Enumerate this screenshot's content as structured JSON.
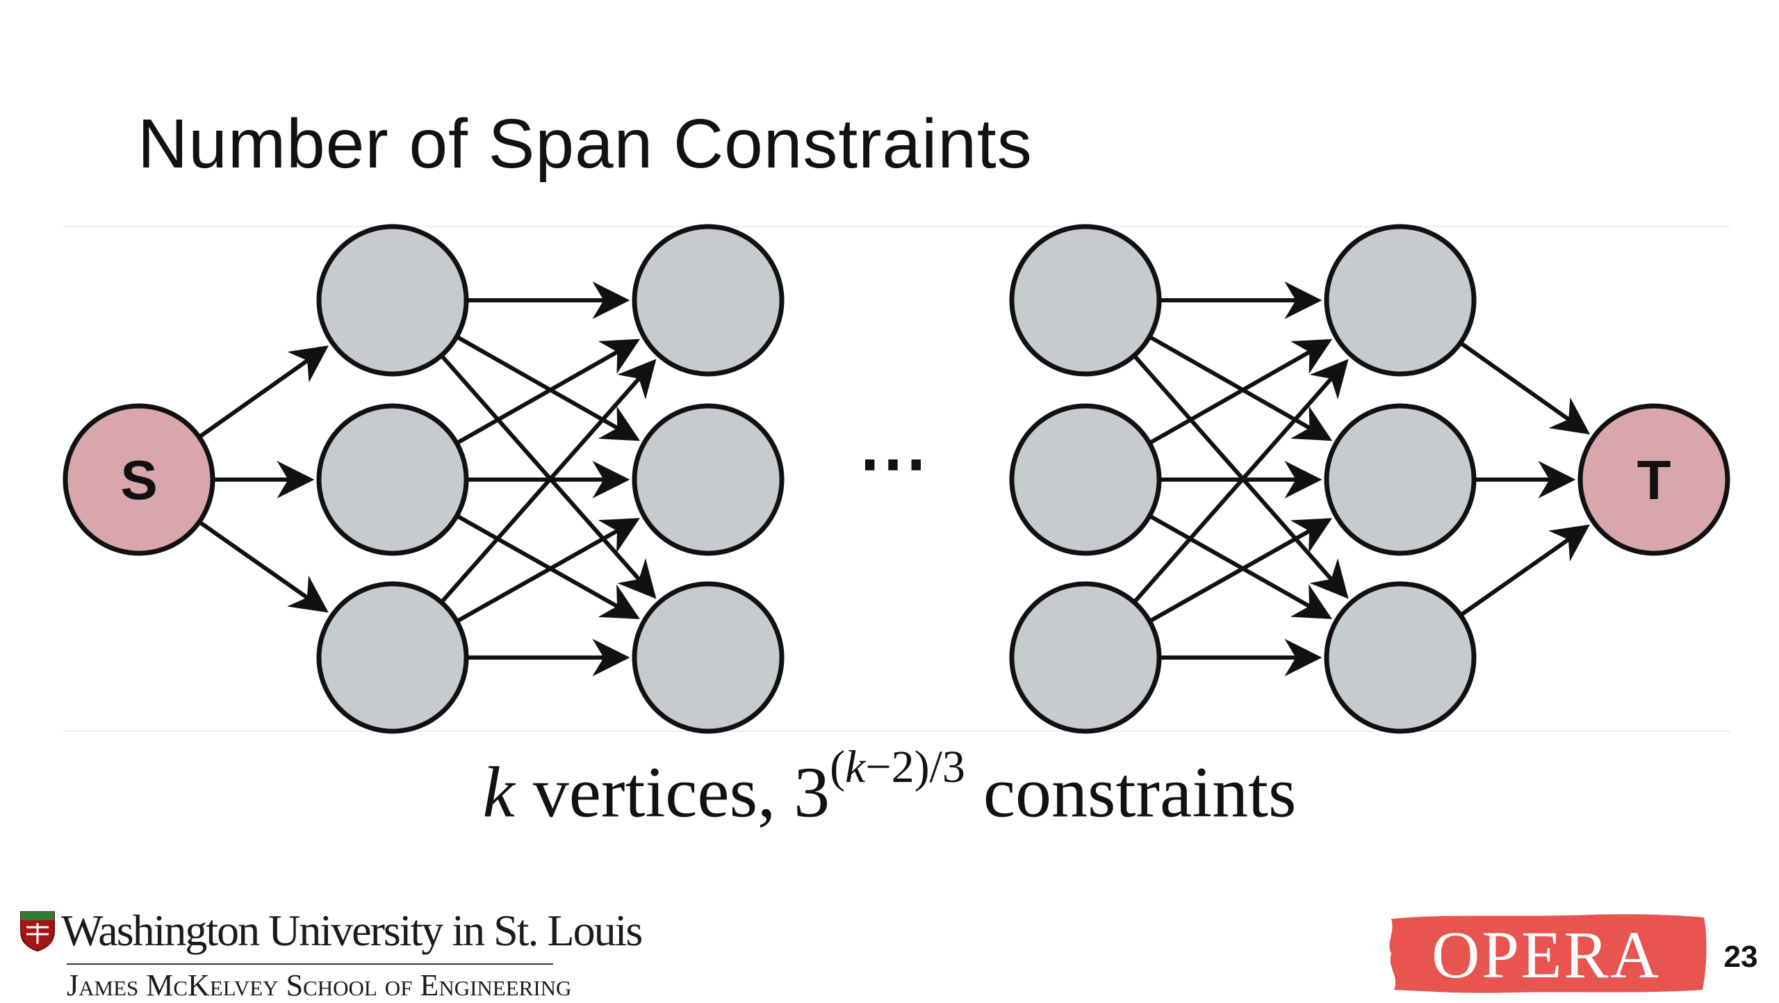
{
  "slide": {
    "title": "Number of Span Constraints",
    "page_number": "23"
  },
  "diagram": {
    "source_label": "S",
    "sink_label": "T",
    "ellipsis": "⋯",
    "colors": {
      "endpoint_fill": "#d9a6ac",
      "node_fill": "#c6cbcd",
      "stroke": "#111111"
    }
  },
  "caption": {
    "k": "k",
    "mid": " vertices, 3",
    "exp_open": "(",
    "exp_k": "k",
    "exp_rest": "−2)/3",
    "tail": " constraints"
  },
  "footer": {
    "university": "Washington University in St. Louis",
    "school": "James McKelvey School of Engineering",
    "brand": "OPERA",
    "brand_color": "#e8544f"
  }
}
